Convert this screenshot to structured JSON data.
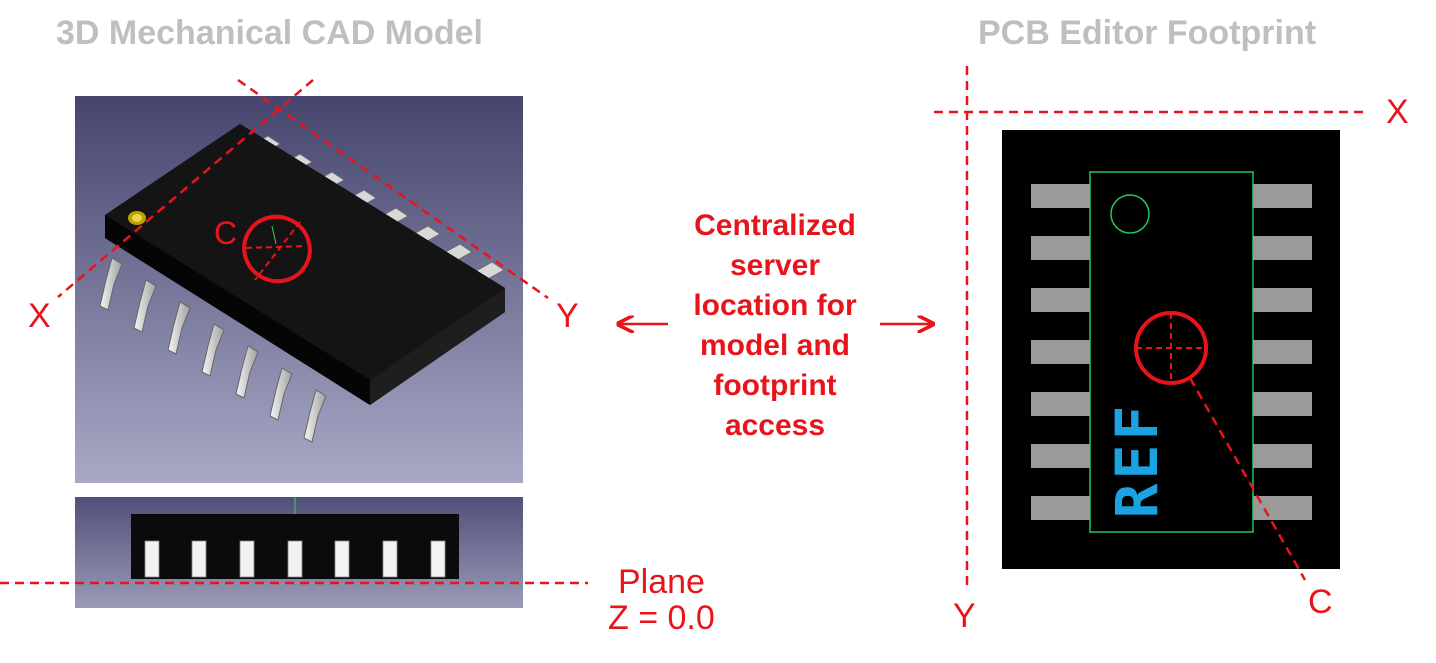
{
  "titles": {
    "left": "3D Mechanical CAD Model",
    "right": "PCB Editor Footprint"
  },
  "center_text": [
    "Centralized",
    "server",
    "location for",
    "model and",
    "footprint",
    "access"
  ],
  "model_labels": {
    "x": "X",
    "y": "Y",
    "c": "C"
  },
  "plane_label": {
    "line1": "Plane",
    "line2": "Z = 0.0"
  },
  "footprint_labels": {
    "x": "X",
    "y": "Y",
    "c": "C",
    "ref": "REF"
  },
  "colors": {
    "accent": "#e8141c",
    "title_gray": "#bfbfbf",
    "outline_green": "#22c55e",
    "ref_blue": "#1aa3e0",
    "pad_gray": "#9a9a9a"
  },
  "pins_per_side": 7
}
